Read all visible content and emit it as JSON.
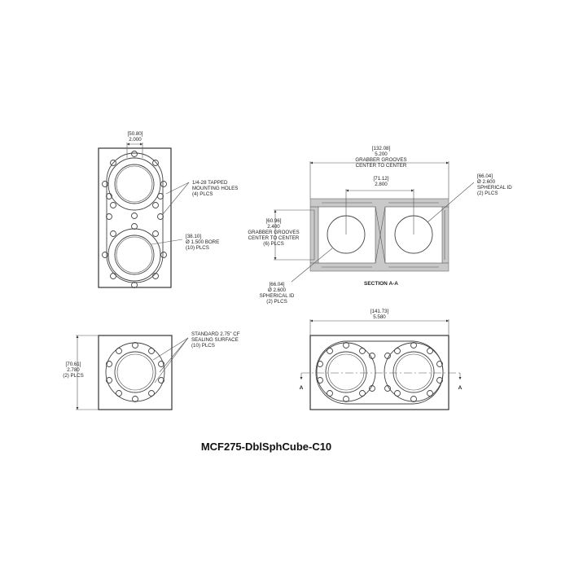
{
  "title": "MCF275-DblSphCube-C10",
  "top_view": {
    "width_mm": "[50.80]",
    "width_in": "2.000",
    "tapped_note_1": "1/4-28 TAPPED",
    "tapped_note_2": "MOUNTING HOLES",
    "tapped_note_3": "(4) PLCS",
    "bore_mm": "[38.10]",
    "bore_in": "Ø 1.500 BORE",
    "bore_plcs": "(10) PLCS"
  },
  "section": {
    "label": "SECTION A-A",
    "outer_mm": "[132.08]",
    "outer_in": "5.200",
    "outer_note_1": "GRABBER GROOVES",
    "outer_note_2": "CENTER TO CENTER",
    "inner_mm": "[71.12]",
    "inner_in": "2.800",
    "sph_right_mm": "[66.04]",
    "sph_right_in": "Ø 2.600",
    "sph_right_note_1": "SPHERICAL ID",
    "sph_right_note_2": "(2) PLCS",
    "height_mm": "[60.96]",
    "height_in": "2.400",
    "height_note_1": "GRABBER GROOVES",
    "height_note_2": "CENTER TO CENTER",
    "height_note_3": "(6) PLCS",
    "sph_left_mm": "[66.04]",
    "sph_left_in": "Ø 2.600",
    "sph_left_note_1": "SPHERICAL ID",
    "sph_left_note_2": "(2) PLCS"
  },
  "side_view": {
    "height_mm": "[70.61]",
    "height_in": "2.780",
    "height_plcs": "(2) PLCS",
    "cf_note_1": "STANDARD 2.75\" CF",
    "cf_note_2": "SEALING SURFACE",
    "cf_note_3": "(10) PLCS"
  },
  "front_view": {
    "length_mm": "[141.73]",
    "length_in": "5.580",
    "cut_left": "A",
    "cut_right": "A"
  }
}
